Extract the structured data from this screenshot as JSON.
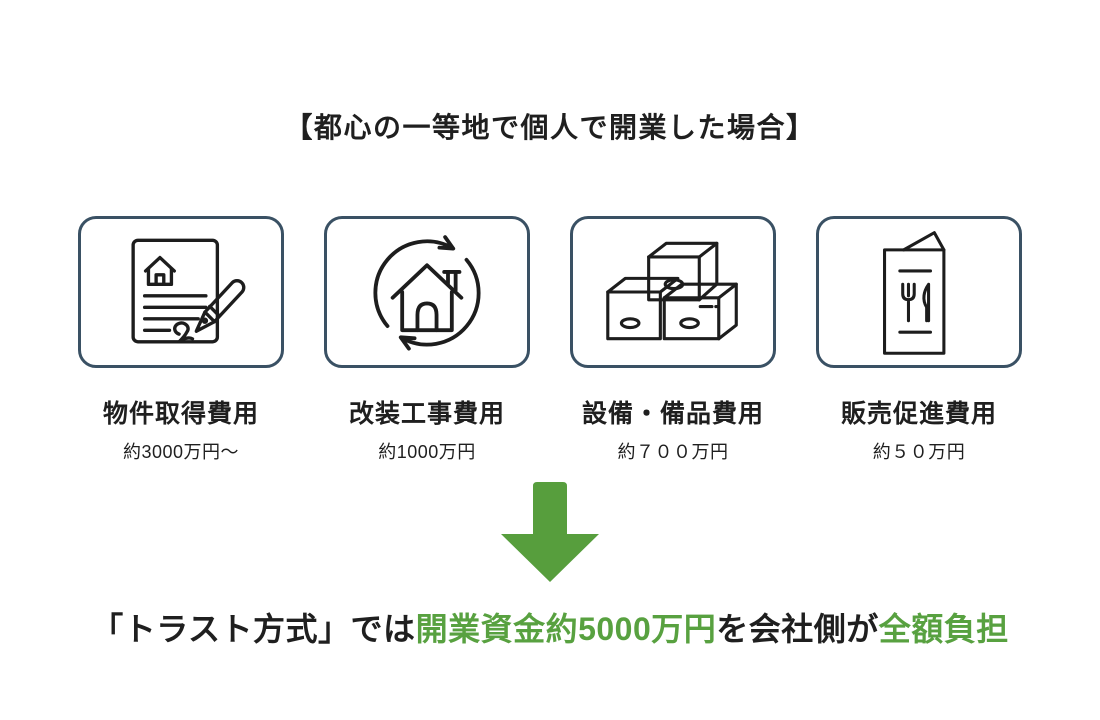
{
  "title": "【都心の一等地で個人で開業した場合】",
  "cost_items": [
    {
      "icon": "contract-signing-icon",
      "label": "物件取得費用",
      "amount": "約3000万円〜"
    },
    {
      "icon": "house-renovation-icon",
      "label": "改装工事費用",
      "amount": "約1000万円"
    },
    {
      "icon": "stacked-boxes-icon",
      "label": "設備・備品費用",
      "amount": "約７００万円"
    },
    {
      "icon": "restaurant-menu-icon",
      "label": "販売促進費用",
      "amount": "約５０万円"
    }
  ],
  "arrow": {
    "meaning": "down-arrow"
  },
  "conclusion": {
    "prefix": "「トラスト方式」では",
    "highlight1": "開業資金約5000万円",
    "middle": "を会社側が",
    "highlight2": "全額負担"
  },
  "colors": {
    "green": "#58a140",
    "arrow_green": "#579e3d",
    "box_border": "#3a5164",
    "text_dark": "#1f1f1f"
  }
}
